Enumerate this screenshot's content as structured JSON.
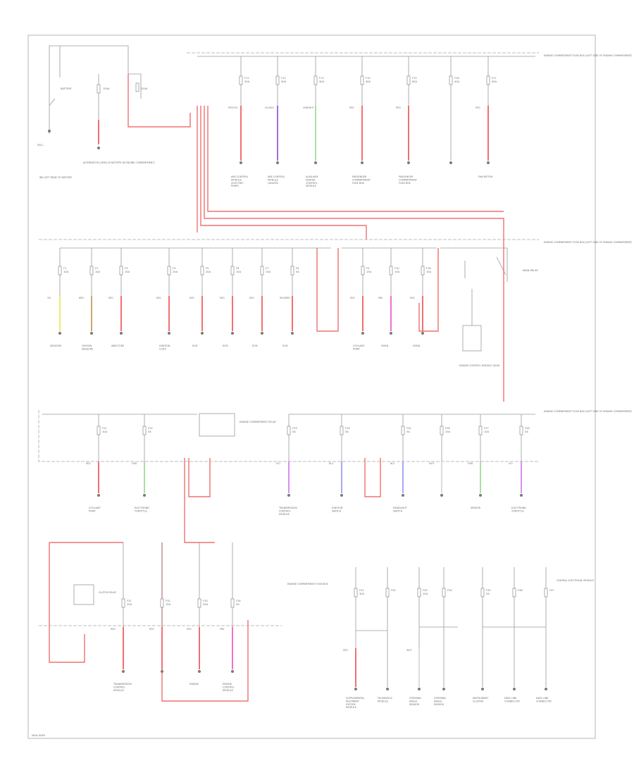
{
  "diagram_code": "W0H-0060",
  "colors": {
    "red": "#f07070",
    "purple": "#a070d0",
    "green": "#a8e0a0",
    "yellow": "#ecec70",
    "tan": "#c8a870",
    "pink": "#f070d0",
    "blue": "#a8a8f8",
    "violet": "#d890f0",
    "olive": "#c0c070",
    "gray": "#9a9a9a"
  },
  "top": {
    "battery_label": "BATTERY",
    "battery_fuse": "150A",
    "battery_wire": "RED/...",
    "battery_sensor": "IBS LEFT REAR OF BATTERY",
    "alt_fuse": "150A",
    "alt_load": "ALTERNATOR (VEHICLE BATTERY IN ENGINE COMPARTMENT)",
    "jump_fuse": "250A",
    "block_label": "ENGINE COMPARTMENT FUSE BOX (LEFT SIDE OF ENGINE COMPARTMENT)",
    "fuses": [
      {
        "id": "F11",
        "amps": "30A",
        "wire": "RED/YEL",
        "load": "ABS CONTROL MODULE (ELECTRIC PUMP)"
      },
      {
        "id": "F12",
        "amps": "40A",
        "wire": "VIO/BLK",
        "load": "ABS CONTROL MODULE (VALVES)"
      },
      {
        "id": "F13",
        "amps": "40A",
        "wire": "GRN/WHT",
        "load": "AUXILIARY HEATER CONTROL MODULE"
      },
      {
        "id": "F14",
        "amps": "40A",
        "wire": "RED",
        "load": "PASSENGER COMPARTMENT FUSE BOX"
      },
      {
        "id": "F15",
        "amps": "60A",
        "wire": "RED",
        "load": "PASSENGER COMPARTMENT FUSE BOX"
      },
      {
        "id": "F16",
        "amps": "40A",
        "wire": "",
        "load": ""
      },
      {
        "id": "F17",
        "amps": "40A",
        "wire": "RED",
        "load": "FAN MOTOR"
      }
    ]
  },
  "middle": {
    "block_label": "ENGINE COMPARTMENT FUSE BOX (LEFT SIDE OF ENGINE COMPARTMENT)",
    "relay_label": "MAIN RELAY",
    "relay_load": "ENGINE CONTROL MODULE (ECM)",
    "fuses": [
      {
        "id": "F1",
        "amps": "10A",
        "wire": "YEL",
        "load": "SENSORS"
      },
      {
        "id": "F2",
        "amps": "10A",
        "wire": "BRN",
        "load": "OXYGEN SENSORS"
      },
      {
        "id": "F3",
        "amps": "15A",
        "wire": "RED",
        "load": "INJECTORS"
      },
      {
        "id": "F4",
        "amps": "20A",
        "wire": "RED",
        "load": "IGNITION COILS"
      },
      {
        "id": "F5",
        "amps": "20A",
        "wire": "RED",
        "load": "ECM"
      },
      {
        "id": "F6",
        "amps": "15A",
        "wire": "RED",
        "load": "ECM"
      },
      {
        "id": "F7",
        "amps": "15A",
        "wire": "RED",
        "load": "ECM"
      },
      {
        "id": "F8",
        "amps": "5A",
        "wire": "RED/BRN",
        "load": "ECM"
      },
      {
        "id": "F9",
        "amps": "15A",
        "wire": "RED",
        "load": "COOLANT PUMP"
      },
      {
        "id": "F10",
        "amps": "15A",
        "wire": "PNK",
        "load": "HORN"
      },
      {
        "id": "F18",
        "amps": "10A",
        "wire": "RED",
        "load": "HORN"
      }
    ]
  },
  "lower": {
    "block_label": "ENGINE COMPARTMENT FUSE BOX (LEFT SIDE OF ENGINE COMPARTMENT)",
    "module_label": "ENGINE COMPARTMENT RELAY",
    "fuses": [
      {
        "id": "F21",
        "amps": "10A",
        "wire": "RED",
        "load": "COOLANT PUMP"
      },
      {
        "id": "F22",
        "amps": "5A",
        "wire": "GRN",
        "load": "ELECTRONIC THROTTLE"
      },
      {
        "id": "F23",
        "amps": "5A",
        "wire": "VIO",
        "load": "TRANSMISSION CONTROL MODULE"
      },
      {
        "id": "F24",
        "amps": "5A",
        "wire": "BLU",
        "load": "IGNITION SWITCH"
      },
      {
        "id": "F25",
        "amps": "5A",
        "wire": "BLU",
        "load": "HEADLIGHT SWITCH"
      },
      {
        "id": "F26",
        "amps": "10A",
        "wire": "WHT",
        "load": ""
      },
      {
        "id": "F27",
        "amps": "10A",
        "wire": "GRN",
        "load": "SENSOR"
      },
      {
        "id": "F28",
        "amps": "5A",
        "wire": "VIO",
        "load": "ELECTRONIC THROTTLE"
      }
    ]
  },
  "bottom_left": {
    "block_label": "ENGINE COMPARTMENT FUSE BOX",
    "relay_label": "CLUTCH RELAY",
    "fuses": [
      {
        "id": "F31",
        "amps": "20A",
        "wire": "RED",
        "load": "TRANSMISSION CONTROL MODULE"
      },
      {
        "id": "F32",
        "amps": "15A",
        "wire": "RED",
        "load": ""
      },
      {
        "id": "F33",
        "amps": "20A",
        "wire": "RED",
        "load": "ENGINE"
      },
      {
        "id": "F34",
        "amps": "5A",
        "wire": "PNK",
        "load": "ENGINE CONTROL MODULE"
      }
    ]
  },
  "bottom_right": {
    "block_label": "CENTRAL ELECTRICAL MODULE",
    "fuses": [
      {
        "id": "F41",
        "amps": "30A",
        "wire": "RED",
        "load": "SUPPLEMENTAL RESTRAINT SYSTEM MODULE"
      },
      {
        "id": "F42",
        "amps": "",
        "wire": "",
        "load": "TELEMATICS MODULE"
      },
      {
        "id": "F43",
        "amps": "10A",
        "wire": "WHT",
        "load": "STEERING ANGLE SENSOR"
      },
      {
        "id": "F44",
        "amps": "",
        "wire": "",
        "load": "STEERING ANGLE SENSOR"
      },
      {
        "id": "F45",
        "amps": "5A",
        "wire": "",
        "load": "INSTRUMENT CLUSTER"
      },
      {
        "id": "F46",
        "amps": "",
        "wire": "",
        "load": "DATA LINK CONNECTOR"
      },
      {
        "id": "F47",
        "amps": "",
        "wire": "",
        "load": "DATA LINK CONNECTOR"
      }
    ]
  }
}
